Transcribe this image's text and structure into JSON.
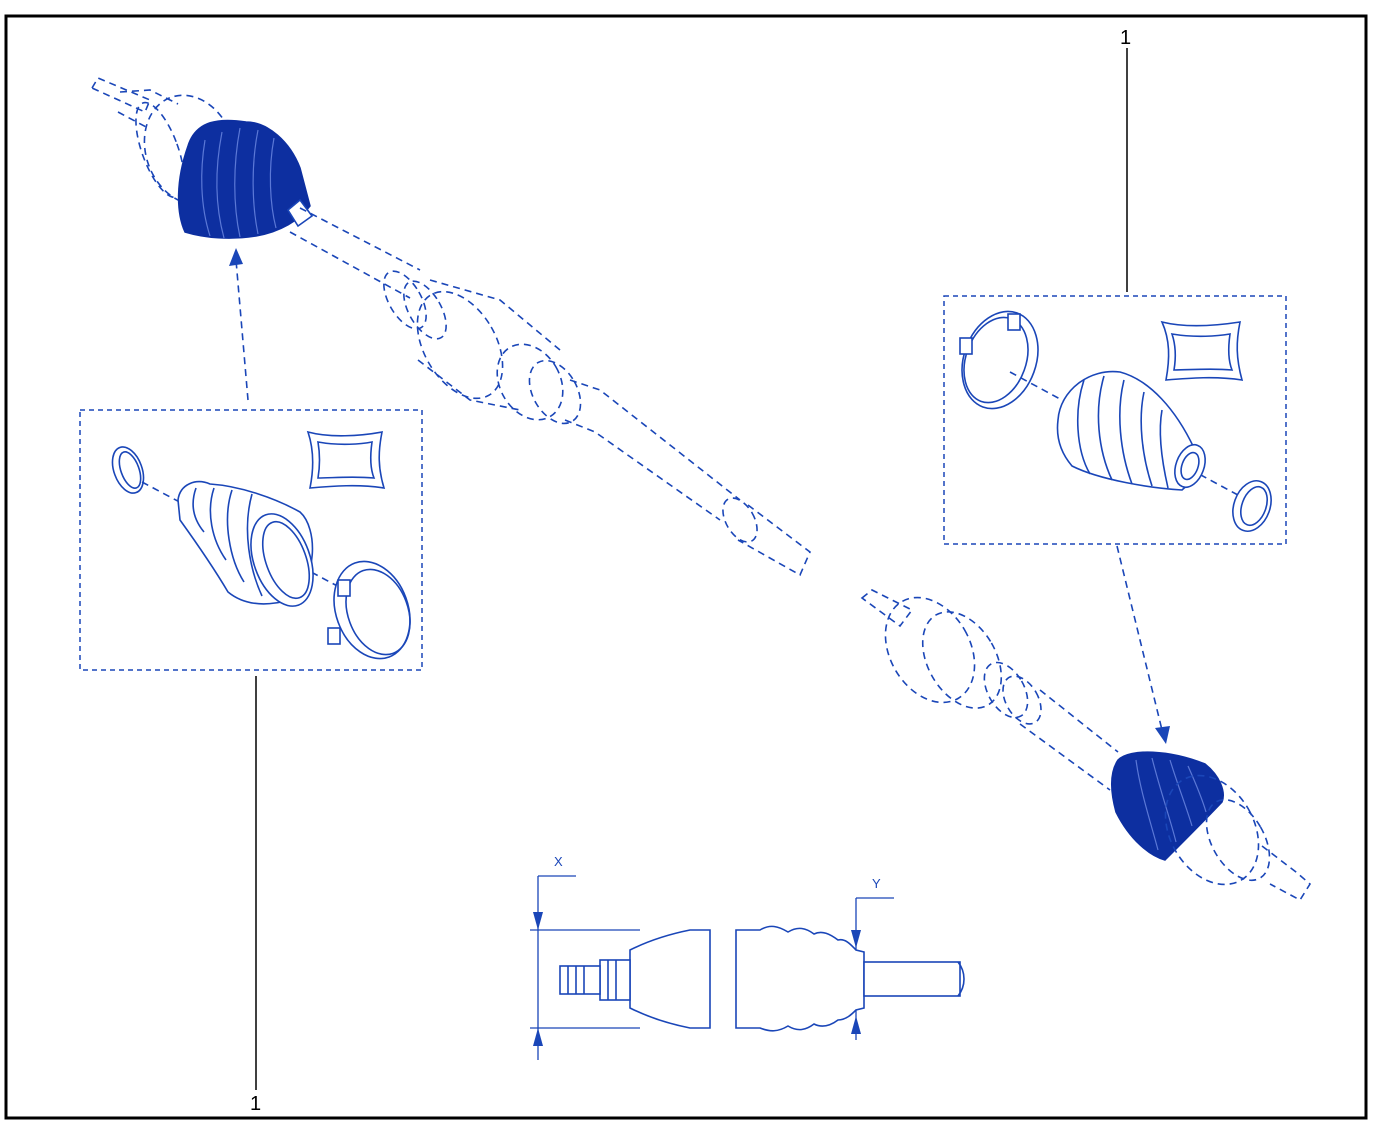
{
  "callouts": [
    {
      "id": "top-right",
      "text": "1"
    },
    {
      "id": "bottom-left",
      "text": "1"
    }
  ],
  "dimension_labels": {
    "x": "X",
    "y": "Y"
  },
  "colors": {
    "line": "#1a46b8",
    "highlight": "#0d2fa0",
    "frame": "#000000"
  }
}
